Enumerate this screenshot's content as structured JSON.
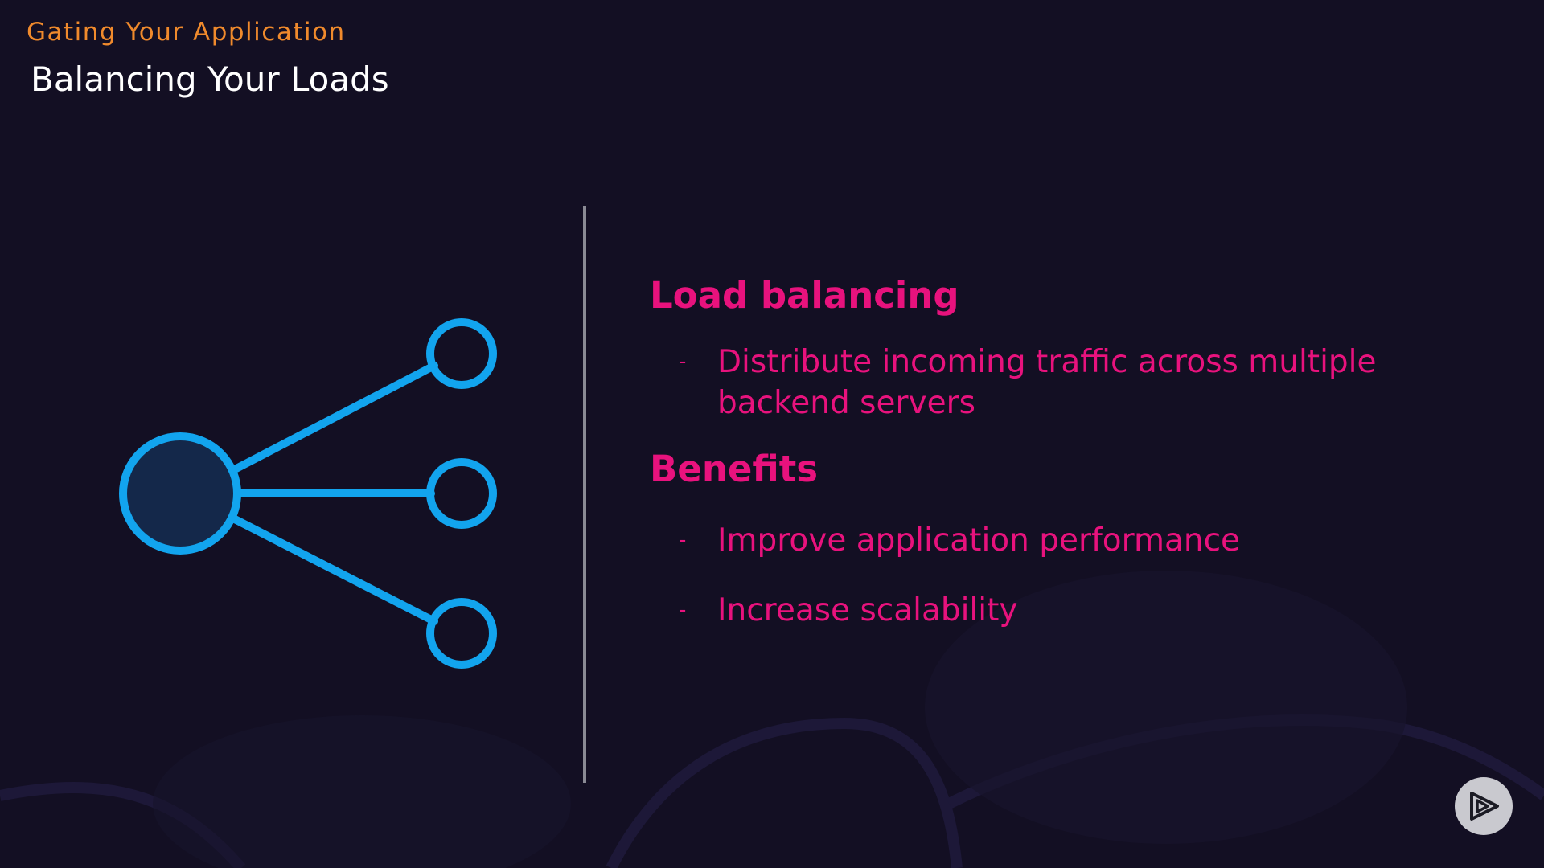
{
  "header": {
    "eyebrow": "Gating Your Application",
    "title": "Balancing Your Loads"
  },
  "content": {
    "heading1": "Load balancing",
    "bullet1_line1": "Distribute incoming traffic across multiple",
    "bullet1_line2": "backend servers",
    "heading2": "Benefits",
    "bullet2": "Improve application performance",
    "bullet3": "Increase scalability",
    "dash": "-"
  },
  "icons": {
    "diagram": "load-balancer-icon",
    "player": "play-logo-icon"
  },
  "colors": {
    "background": "#130f23",
    "eyebrow": "#f08a2c",
    "title": "#ffffff",
    "accent": "#e8127d",
    "diagram_stroke": "#12a4ee",
    "diagram_fill": "#14284a",
    "divider": "#8a8a94"
  }
}
